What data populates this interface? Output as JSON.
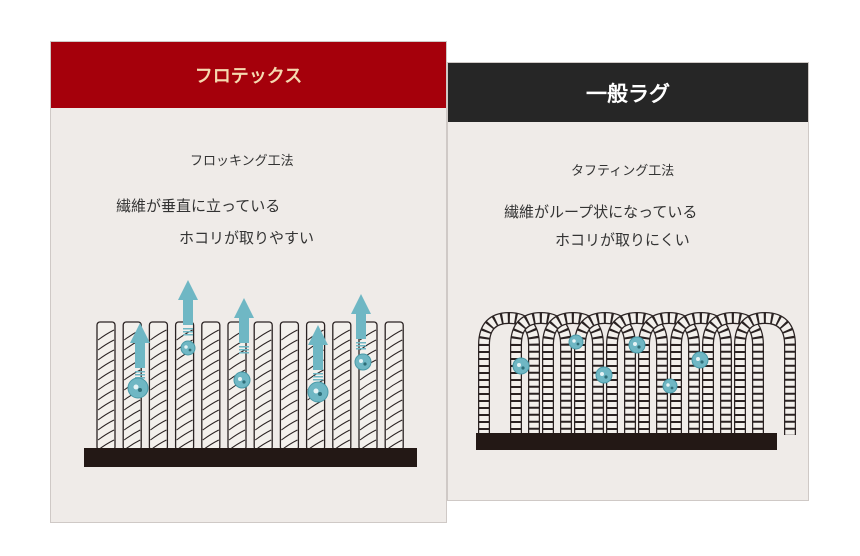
{
  "left": {
    "title": "フロテックス",
    "method": "フロッキング工法",
    "line1": "繊維が垂直に立っている",
    "line2": "ホコリが取りやすい"
  },
  "right": {
    "title": "一般ラグ",
    "method": "タフティング工法",
    "line1": "繊維がループ状になっている",
    "line2": "ホコリが取りにくい"
  },
  "colors": {
    "red": "#a5000b",
    "dark": "#262626",
    "dust": "#6fb7c4",
    "base": "#231815"
  }
}
